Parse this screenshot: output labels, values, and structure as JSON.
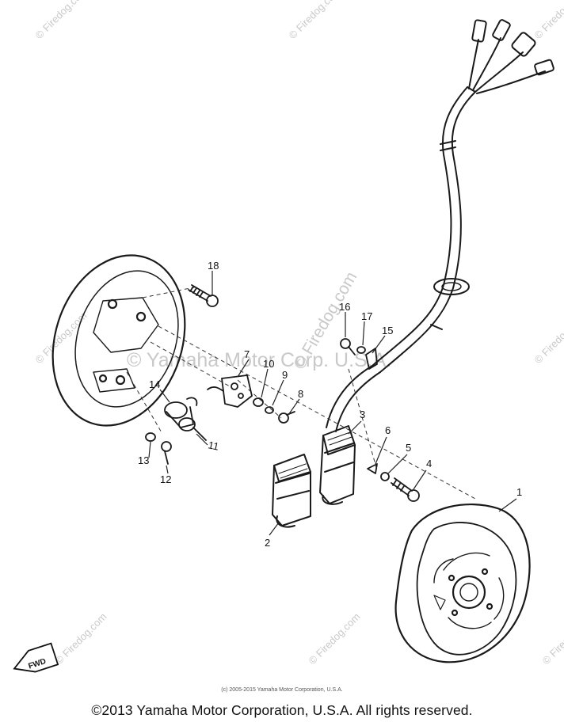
{
  "diagram": {
    "watermark_center": "© Yamaha Motor Corp. U.S.A.",
    "watermark_diag": "© Firedog.com",
    "watermark_tile": "© Firedog.com",
    "fwd_label": "FWD",
    "callouts": [
      "1",
      "2",
      "3",
      "4",
      "5",
      "6",
      "7",
      "8",
      "9",
      "10",
      "11",
      "12",
      "13",
      "14",
      "15",
      "16",
      "17",
      "18"
    ]
  },
  "footer": {
    "small_credit": "(c) 2005-2015 Yamaha Motor Corporation, U.S.A.",
    "copyright": "©2013 Yamaha Motor Corporation, U.S.A. All rights reserved."
  }
}
